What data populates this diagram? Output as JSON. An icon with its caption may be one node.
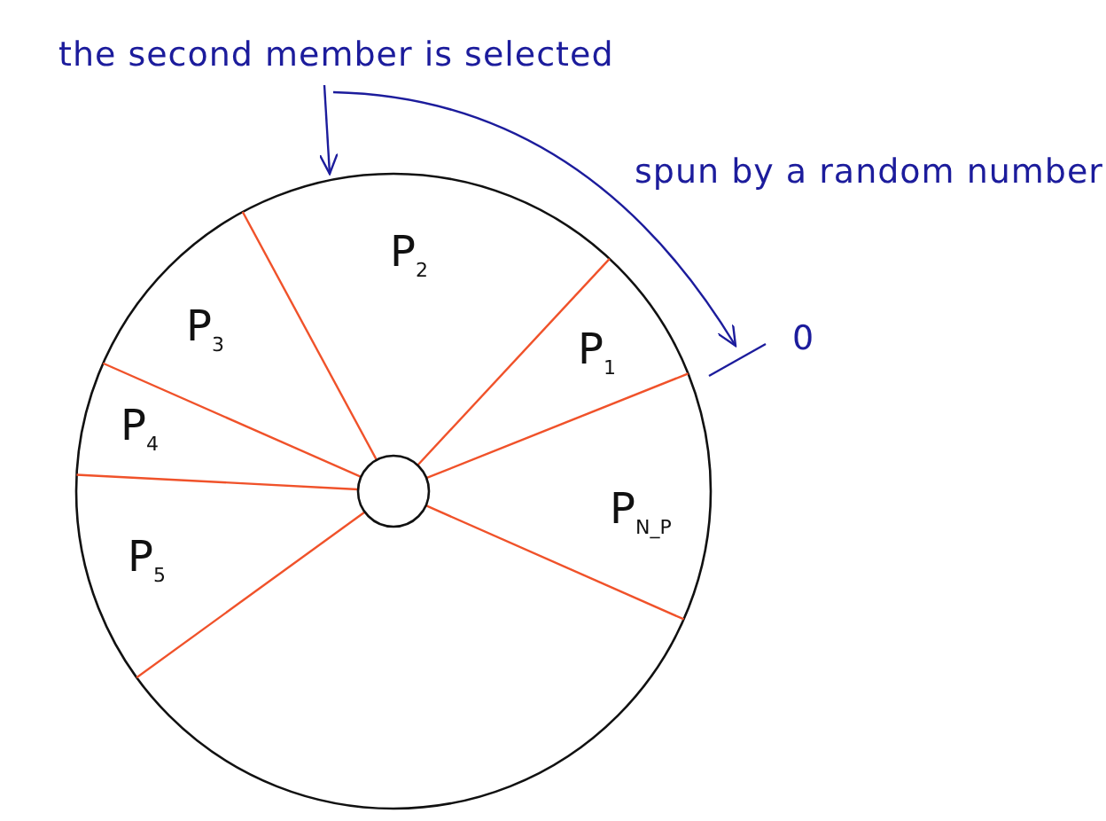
{
  "diagram": {
    "nodes": [
      {
        "text": [],
        "shape": "circle"
      },
      {
        "text": [
          "the second member is selected"
        ]
      }
    ],
    "edges": [
      {
        "from": 1,
        "to": 0,
        "arrow": "to"
      }
    ],
    "labels": [
      "spun by a random number",
      "0",
      "P$_{2}$",
      "P$_{3}$",
      "P$_{1}$",
      "P$_{4}$",
      "P$_{N_P}$",
      "P$_{5}$"
    ]
  }
}
